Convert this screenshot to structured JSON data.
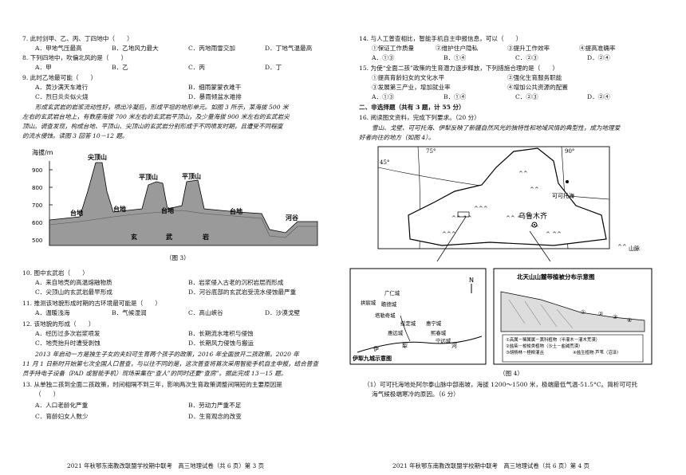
{
  "left": {
    "q7": {
      "stem": "7. 此时剑甲、乙、丙、丁四地中（　　）",
      "A": "A．甲地气压最高",
      "B": "B．乙地风力最大",
      "C": "C．丙地雨雪交加",
      "D": "D．丁地气温最高"
    },
    "q8": {
      "stem": "8. 下列四地中，吹偏北风的是（　　）",
      "A": "A．甲",
      "B": "B．乙",
      "C": "C．丙",
      "D": "D．丁"
    },
    "q9": {
      "stem": "9. 此时乙地最可能（　　）",
      "A": "A．黄沙满天车难行",
      "B": "B．细雨蒙蒙衣难干",
      "C": "C．烈日炎炎似火烧",
      "D": "D．暴雨倾盆水难排"
    },
    "passage1": [
      "形成玄武岩的岩浆流动性好，喷出冷凝后，形成平坦的地形单元。如图 3 所示，某海拔 500 米",
      "左右的玄武岩台地上，有数座海拔 700 米左右的玄武岩平顶山，及少量海拔 900 米左右的玄武岩尖",
      "顶山。调查发现，构成台地、平顶山、尖顶山的玄武岩分别形成于不同喷发时期，且遭受不同程度",
      "的流水侵蚀。读图 3 回答 10－12 题。"
    ],
    "fig3": {
      "ylabel": "海拔/m",
      "yticks": [
        "900",
        "800",
        "700",
        "600",
        "500"
      ],
      "peak": "尖顶山",
      "flat1": "平顶山",
      "flat2": "平顶山",
      "tai1": "台地",
      "tai2": "台地",
      "tai3": "台地",
      "tai4": "台地",
      "valley": "河谷",
      "rock1": "玄",
      "rock2": "武",
      "rock3": "岩",
      "caption": "（图 3）"
    },
    "q10": {
      "stem": "10. 图中玄武岩（　　）",
      "A": "A．来自地壳的高温熔融物质",
      "B": "B．岩浆侵入古老的沉积岩层而形成",
      "C": "C．尖顶山的玄武岩最早形成",
      "D": "D．河谷底部的玄武岩受流水侵蚀最严重"
    },
    "q11": {
      "stem": "11. 推测该地貌形成时期的古环境最可能是（　　）",
      "A": "A．温暖浅海",
      "B": "B．气候湿润",
      "C": "C．高山峡谷",
      "D": "D．沙漠戈壁"
    },
    "q12": {
      "stem": "12. 该地貌的形成（　　）",
      "A": "A．经历过多次岩浆喷发",
      "B": "B．长期流水堆积与侵蚀",
      "C": "C．地壳抬升时遭受剥蚀",
      "D": "D．长期风力侵蚀与搬运"
    },
    "passage2": [
      "2013 年启动一方是独生子女的夫妇可生育两个孩子的政策，2016 年全面放开二孩政策。2020 年",
      "11 月 1 日新时开始第七次全国人口普查，与以往不同的是，这次普查将首次采用智能手机自主申报，结合普查",
      "员手持电子设备（PAD 或智能手机）现场采集在“查人”的同时还要“查房”。据此完成 13－15 题。"
    ],
    "q13": {
      "stem": "13. 从单独二孩到全面二孩政策，时间相隔不到三年，影响两次生育政策调整间隔短的主要原因是",
      "stem2": "（　　）",
      "A": "A．人口老龄化严重",
      "B": "B．劳动力严重不足",
      "C": "C．育龄妇女人数少",
      "D": "D．生育观念的改变"
    },
    "footer": "2021 年秋鄂东南教改联盟学校期中联考　高三地理试卷（共 6 页）第 3 页"
  },
  "right": {
    "q14": {
      "stem": "14. 与人工普查相比，智能手机自主申报信息，可以（　　）",
      "o1": "①保证工作质量",
      "o2": "②维护住户隐私",
      "o3": "③提升工作效率",
      "o4": "④提高准确率",
      "A": "A．①③",
      "B": "B．①④",
      "C": "C．②③",
      "D": "D．②④"
    },
    "q15": {
      "stem": "15. 为使“全面二孩”政策的生育潜力逐步释放，下列措施合理的是（　　）",
      "o1": "①提高育龄妇女的文化水平",
      "o2": "②强化生育服务职能",
      "o3": "③发展第三产业，增加就业率",
      "o4": "④增加公共资源的配置",
      "A": "A．①③",
      "B": "B．①④",
      "C": "C．②③",
      "D": "D．②④"
    },
    "section": "二、非选择题（共有 3 题，计 55 分）",
    "q16": {
      "stem": "16. 阅读图文资料，完成下列要求。（20 分）",
      "p1": "雪山、戈壁、可可托海、伊犁反映了新疆自然风光的独特性和地域风情的典型性，成为地理爱",
      "p2": "好者向往的地方（如图 4）。"
    },
    "map": {
      "lon75": "75°",
      "lon90": "90°",
      "lat45": "45°",
      "keketuo": "可可托海",
      "urumqi": "乌鲁木齐",
      "legend": "山脉"
    },
    "inset1": {
      "title": "伊犁九城示意图",
      "cities": [
        "广仁城",
        "瞻德城",
        "拱宸城",
        "塔勒奇城",
        "绥定城",
        "惠远城",
        "惠宁城",
        "熙春城",
        "宁远城"
      ],
      "river1": "伊",
      "river2": "犁",
      "river3": "河",
      "north": "N"
    },
    "inset2": {
      "title": "北天山山麓带植被分布示意图",
      "legend": [
        "①高属－稀属属－蒿科植物（半灌木－灌木荒漠）",
        "②盐柴－梭梭类植物（沙土－盐碱荒漠）",
        "③胡杨林－柽柳灌丛",
        "④盐生植物·芦苇（沼泽）"
      ],
      "marks": [
        "①",
        "②",
        "③",
        "④"
      ]
    },
    "caption": "（图 4）",
    "q16_1": [
      "（1）可可托海地处阿尔泰山脉中部南坡，海拔 1200～1500 米，极端最低气温-51.5°C。简析可可托",
      "海气候极端寒冷的原因。（6 分）"
    ],
    "footer": "2021 年秋鄂东南教改联盟学校期中联考　高三地理试卷（共 6 页）第 4 页"
  }
}
